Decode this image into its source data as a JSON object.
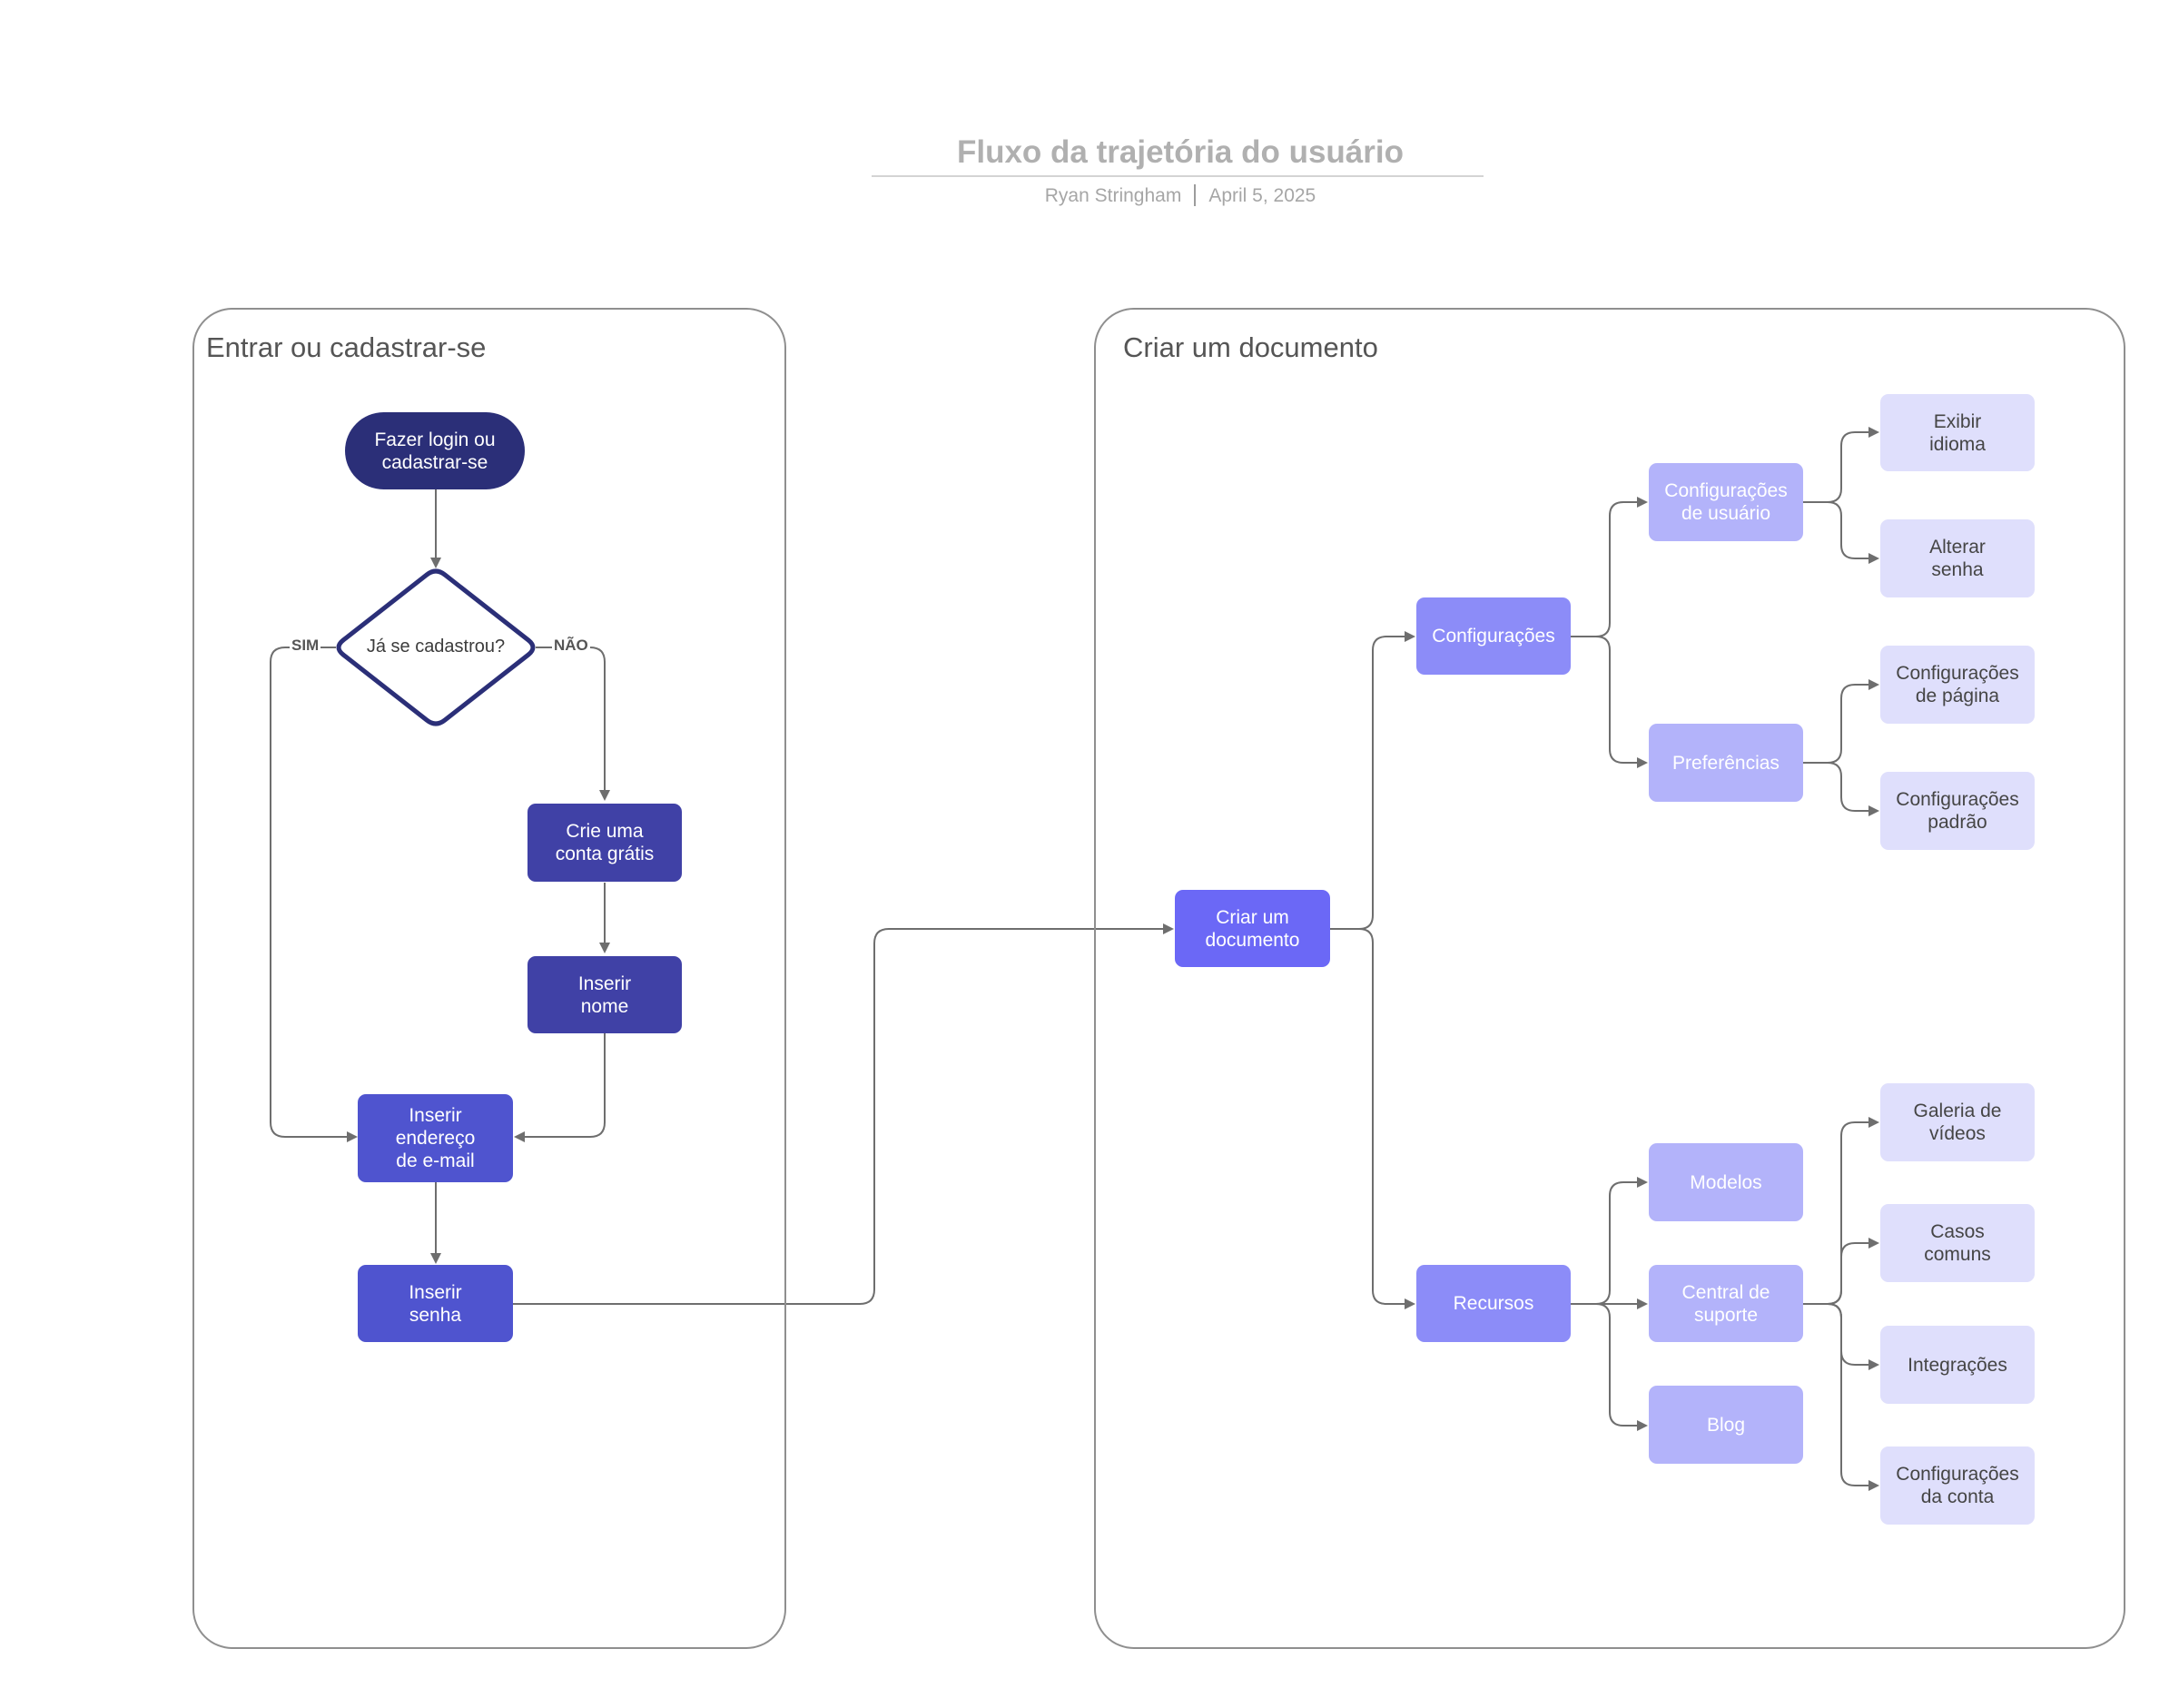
{
  "header": {
    "title": "Fluxo da trajetória do usuário",
    "author": "Ryan Stringham",
    "date": "April 5, 2025"
  },
  "containers": {
    "login": {
      "title": "Entrar ou cadastrar-se"
    },
    "document": {
      "title": "Criar um documento"
    }
  },
  "login_flow": {
    "start": "Fazer login ou\ncadastrar-se",
    "decision": "Já se cadastrou?",
    "yes_label": "SIM",
    "no_label": "NÃO",
    "create_account": "Crie uma\nconta grátis",
    "enter_name": "Inserir\nnome",
    "enter_email": "Inserir\nendereço\nde e-mail",
    "enter_password": "Inserir\nsenha"
  },
  "document_flow": {
    "root": "Criar um\ndocumento",
    "settings": "Configurações",
    "user_settings": "Configurações\nde usuário",
    "show_language": "Exibir\nidioma",
    "change_password": "Alterar\nsenha",
    "preferences": "Preferências",
    "page_settings": "Configurações\nde página",
    "default_settings": "Configurações\npadrão",
    "resources": "Recursos",
    "templates": "Modelos",
    "support_center": "Central de\nsuporte",
    "blog": "Blog",
    "video_gallery": "Galeria de\nvídeos",
    "common_cases": "Casos\ncomuns",
    "integrations": "Integrações",
    "account_settings": "Configurações\nda conta"
  },
  "colors": {
    "start": "#2b2f78",
    "step_dark": "#4041a6",
    "step_indigo": "#4f54cf",
    "root": "#6b68f6",
    "level1": "#8c8cf8",
    "level2": "#b3b3fa",
    "leaf": "#dfdffc",
    "connector": "#6e6e6e"
  }
}
